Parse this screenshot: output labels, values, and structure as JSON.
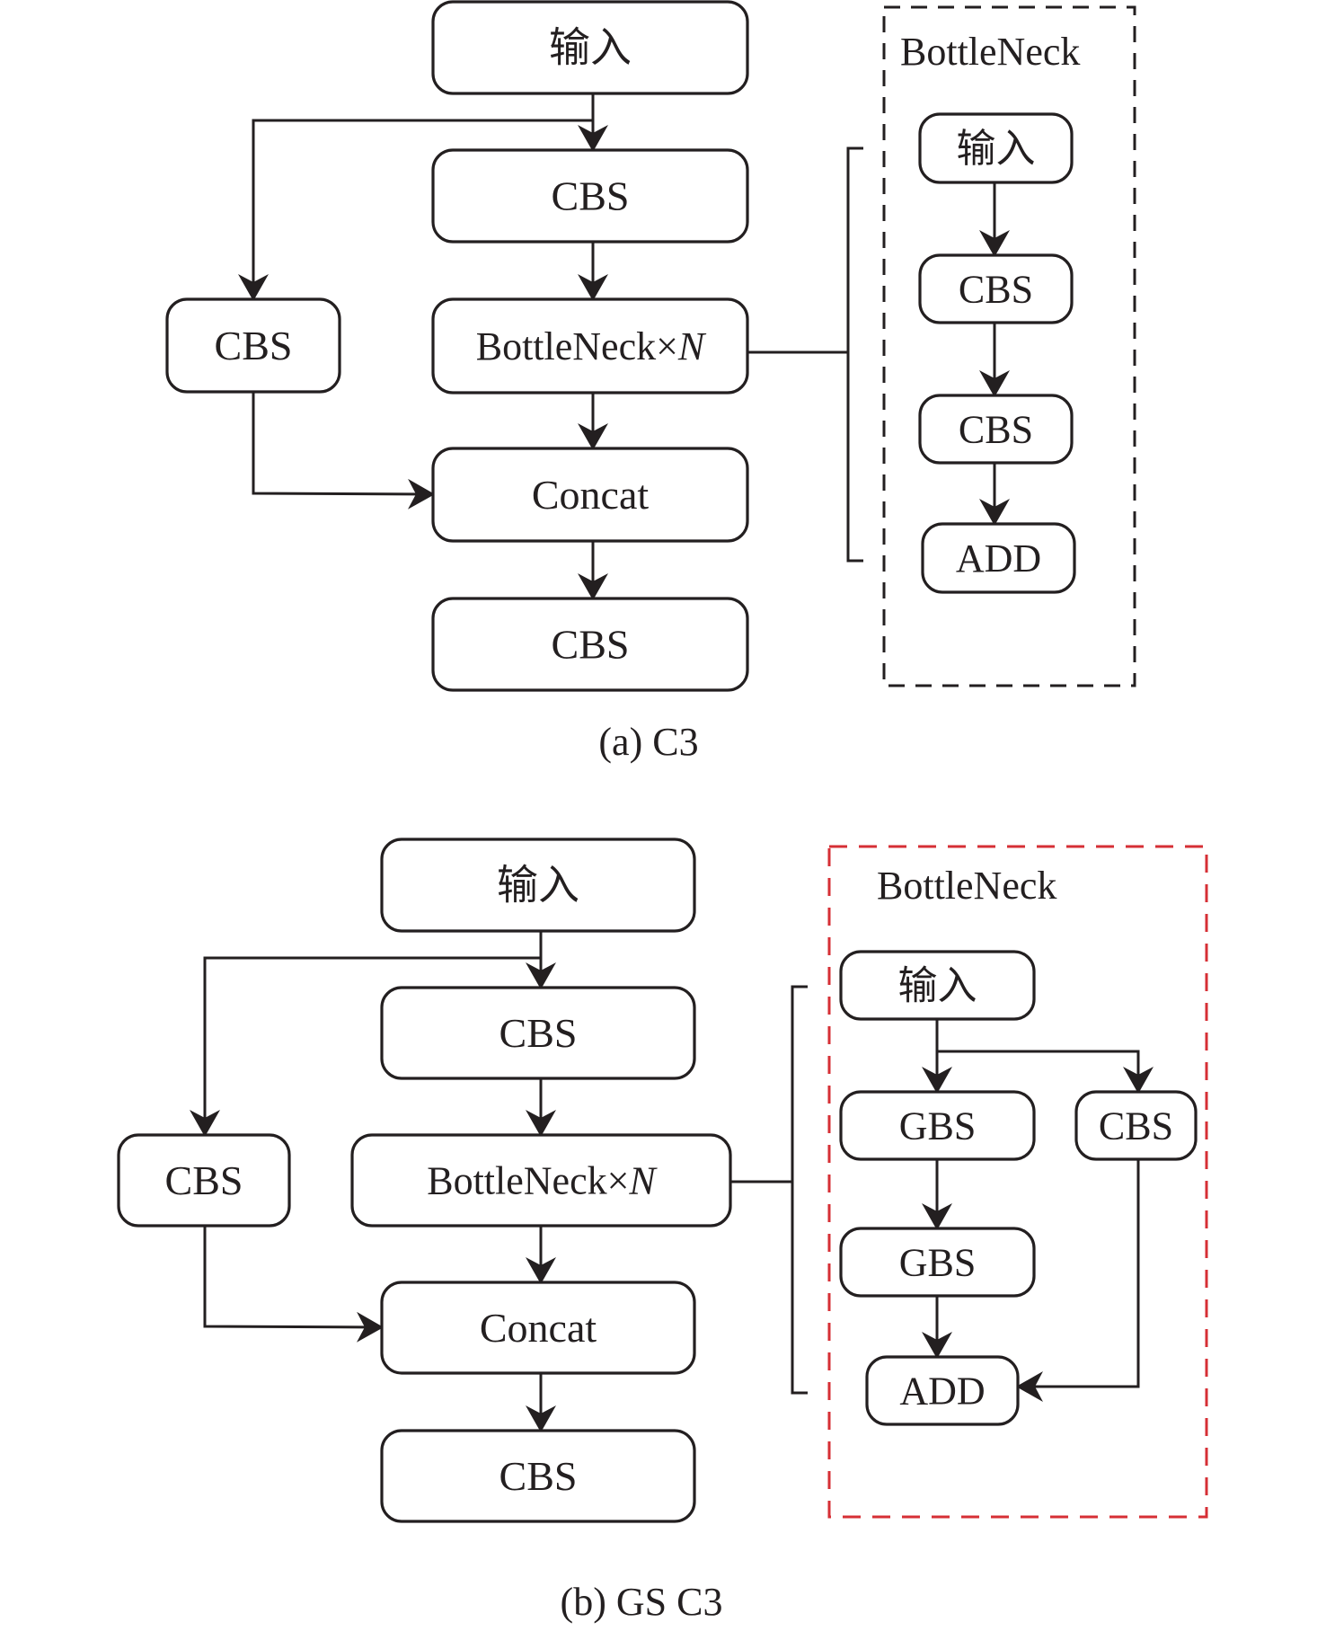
{
  "diagram": {
    "panel_a": {
      "caption": "(a) C3",
      "nodes": {
        "input": "输入",
        "cbs_top": "CBS",
        "cbs_left": "CBS",
        "bottleneck_n": "BottleNeck×N",
        "concat": "Concat",
        "cbs_bottom": "CBS"
      },
      "bottleneck_detail": {
        "title": "BottleNeck",
        "border_style": "dashed",
        "border_color": "#231f20",
        "nodes": {
          "input": "输入",
          "cbs_1": "CBS",
          "cbs_2": "CBS",
          "add": "ADD"
        }
      }
    },
    "panel_b": {
      "caption": "(b) GS C3",
      "nodes": {
        "input": "输入",
        "cbs_top": "CBS",
        "cbs_left": "CBS",
        "bottleneck_n": "BottleNeck×N",
        "concat": "Concat",
        "cbs_bottom": "CBS"
      },
      "bottleneck_detail": {
        "title": "BottleNeck",
        "border_style": "dashed",
        "border_color": "#d62f35",
        "nodes": {
          "input": "输入",
          "gbs_1": "GBS",
          "gbs_2": "GBS",
          "cbs_shortcut": "CBS",
          "add": "ADD"
        }
      }
    },
    "edges": [
      {
        "panel": "a",
        "from": "input",
        "to": "cbs_top"
      },
      {
        "panel": "a",
        "from": "input",
        "to": "cbs_left"
      },
      {
        "panel": "a",
        "from": "cbs_top",
        "to": "bottleneck_n"
      },
      {
        "panel": "a",
        "from": "bottleneck_n",
        "to": "concat"
      },
      {
        "panel": "a",
        "from": "cbs_left",
        "to": "concat"
      },
      {
        "panel": "a",
        "from": "concat",
        "to": "cbs_bottom"
      },
      {
        "panel": "a",
        "from": "detail.input",
        "to": "detail.cbs_1"
      },
      {
        "panel": "a",
        "from": "detail.cbs_1",
        "to": "detail.cbs_2"
      },
      {
        "panel": "a",
        "from": "detail.cbs_2",
        "to": "detail.add"
      },
      {
        "panel": "b",
        "from": "input",
        "to": "cbs_top"
      },
      {
        "panel": "b",
        "from": "input",
        "to": "cbs_left"
      },
      {
        "panel": "b",
        "from": "cbs_top",
        "to": "bottleneck_n"
      },
      {
        "panel": "b",
        "from": "bottleneck_n",
        "to": "concat"
      },
      {
        "panel": "b",
        "from": "cbs_left",
        "to": "concat"
      },
      {
        "panel": "b",
        "from": "concat",
        "to": "cbs_bottom"
      },
      {
        "panel": "b",
        "from": "detail.input",
        "to": "detail.gbs_1"
      },
      {
        "panel": "b",
        "from": "detail.input",
        "to": "detail.cbs_shortcut"
      },
      {
        "panel": "b",
        "from": "detail.gbs_1",
        "to": "detail.gbs_2"
      },
      {
        "panel": "b",
        "from": "detail.gbs_2",
        "to": "detail.add"
      },
      {
        "panel": "b",
        "from": "detail.cbs_shortcut",
        "to": "detail.add"
      }
    ]
  }
}
